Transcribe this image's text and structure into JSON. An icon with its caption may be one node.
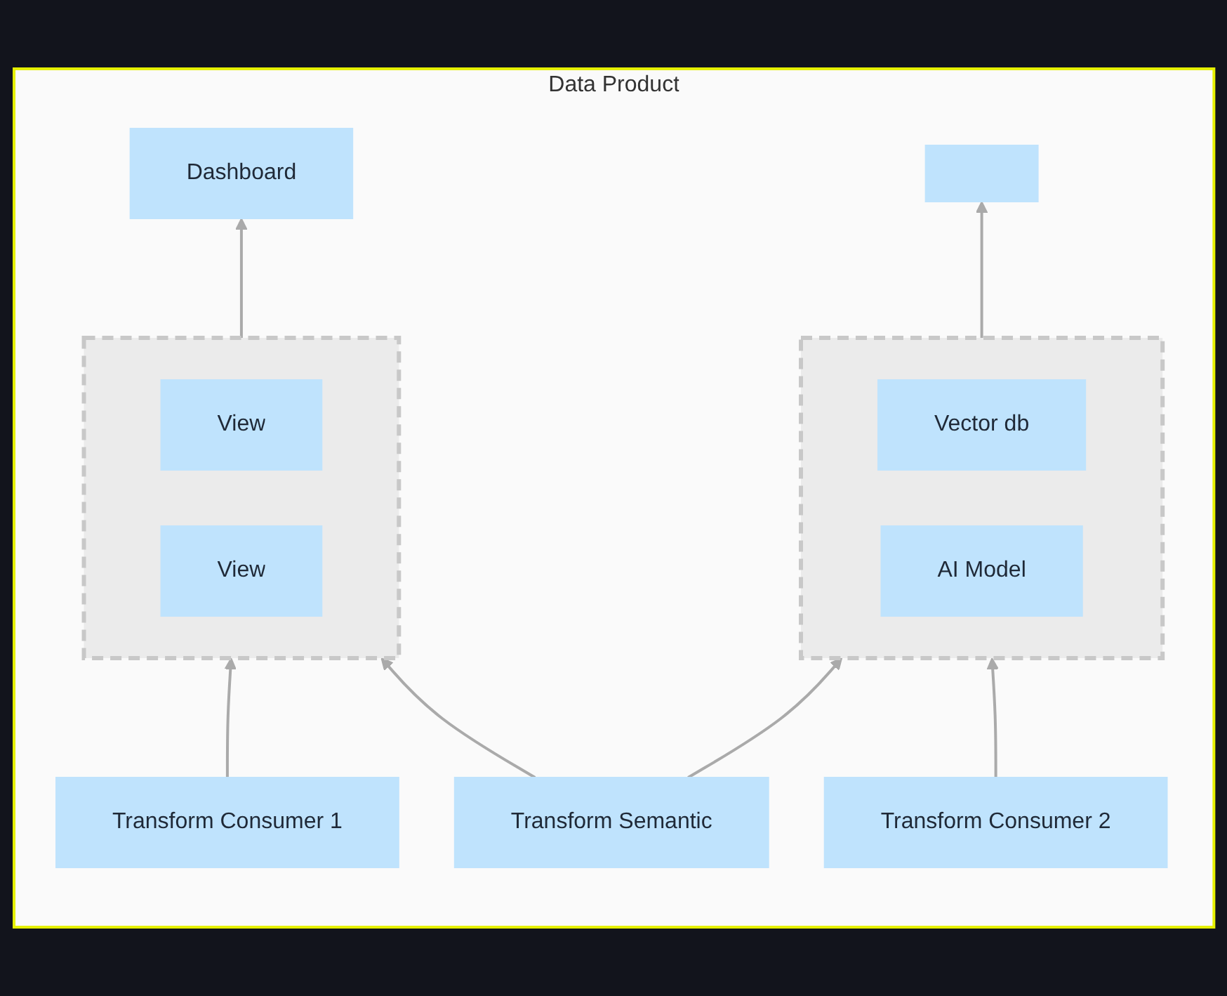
{
  "diagram": {
    "nodes": [
      {
        "text": [
          "Data Product"
        ]
      },
      {
        "text": [
          "Dashboard"
        ],
        "in": 0
      },
      {
        "text": [],
        "shape": "box",
        "in": 0
      },
      {
        "text": [],
        "shape": "box",
        "in": 0
      },
      {
        "text": [
          "View"
        ],
        "in": 3
      },
      {
        "text": [
          "View"
        ],
        "in": 3
      },
      {
        "text": [],
        "shape": "box",
        "in": 0
      },
      {
        "text": [
          "Vector db"
        ],
        "in": 6
      },
      {
        "text": [
          "AI Model"
        ],
        "in": 6
      },
      {
        "text": [
          "Transform Consumer 1"
        ],
        "in": 0
      },
      {
        "text": [
          "Transform Semantic"
        ],
        "in": 0
      },
      {
        "text": [
          "Transform Consumer 2"
        ],
        "in": 0
      }
    ],
    "edges": [
      {
        "from": 3,
        "to": 1,
        "arrow": "to"
      },
      {
        "from": 6,
        "to": 2,
        "arrow": "to"
      },
      {
        "from": 9,
        "to": 3,
        "arrow": "to"
      },
      {
        "from": 10,
        "to": 3,
        "arrow": "to"
      },
      {
        "from": 10,
        "to": 6,
        "arrow": "to"
      },
      {
        "from": 11,
        "to": 6,
        "arrow": "to"
      }
    ]
  }
}
